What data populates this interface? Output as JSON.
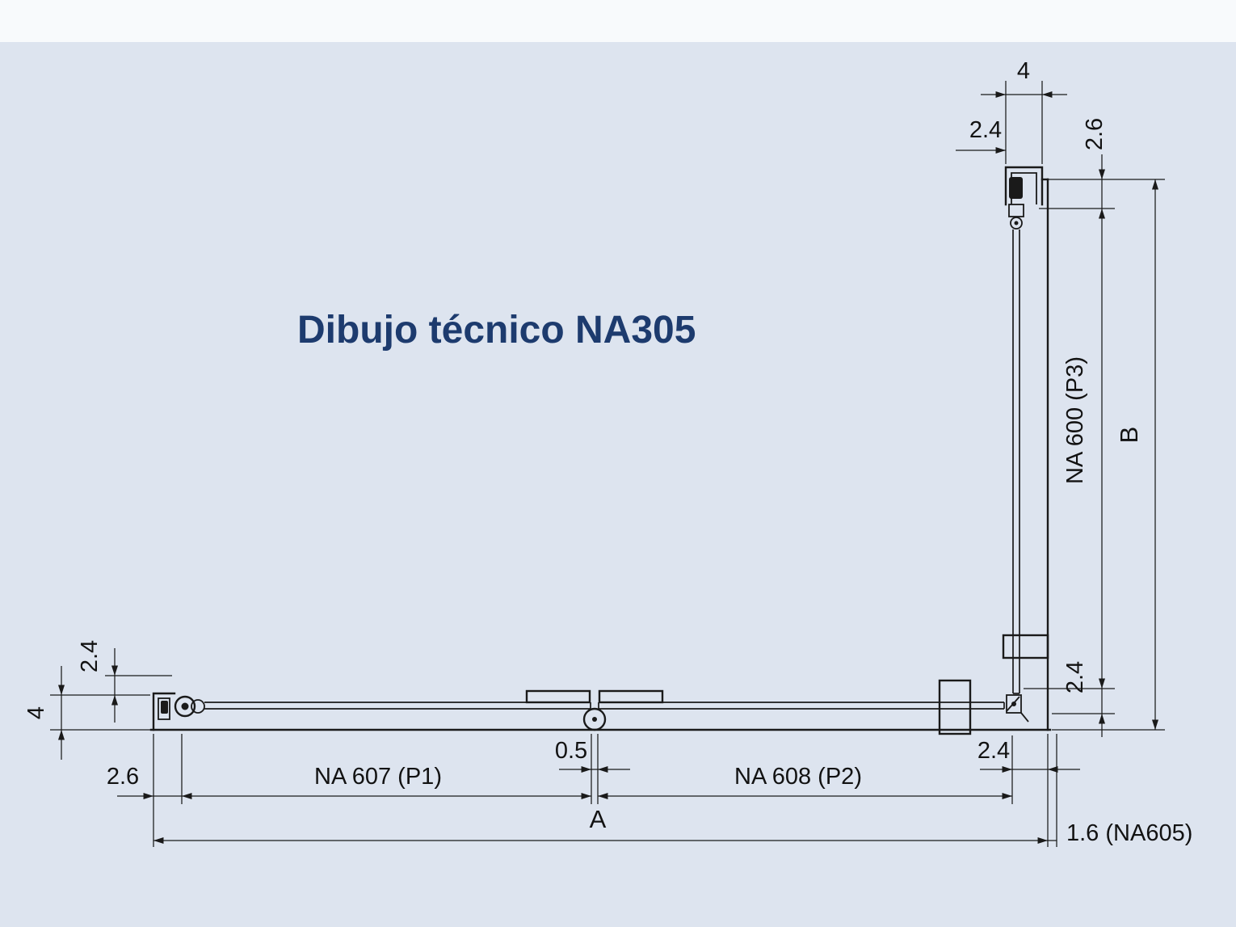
{
  "title": "Dibujo técnico NA305",
  "colors": {
    "background": "#dde4ef",
    "top_band": "#f8fafc",
    "line": "#1a1a1a",
    "title_color": "#1d3b6e"
  },
  "labels": {
    "top_profile_width": "4",
    "top_glass_offset": "2.4",
    "top_profile_depth": "2.6",
    "vertical_panel": "NA 600 (P3)",
    "overall_height": "B",
    "right_bottom_offset": "2.4",
    "left_hinge_offset": "2.4",
    "left_profile_width": "4",
    "left_wall_gap": "2.6",
    "panel_1": "NA 607 (P1)",
    "center_gap": "0.5",
    "panel_2": "NA 608 (P2)",
    "corner_offset": "2.4",
    "overall_width": "A",
    "wall_profile": "1.6 (NA605)"
  }
}
